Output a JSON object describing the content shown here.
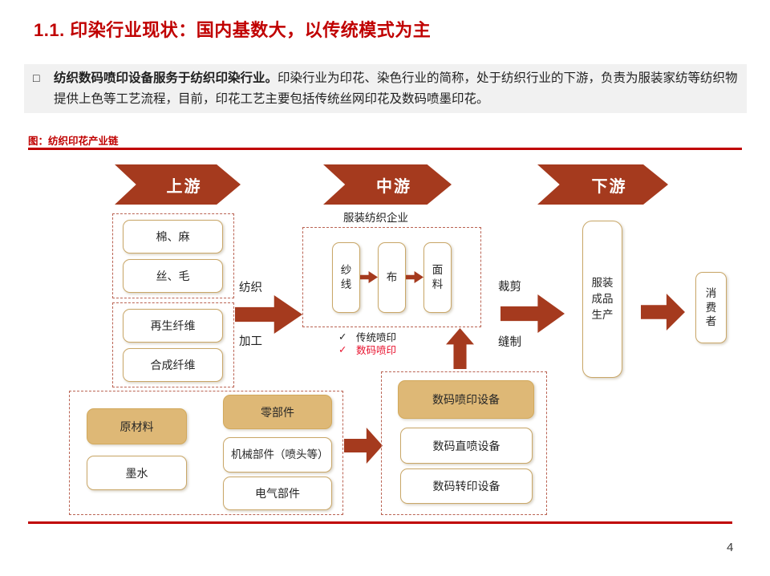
{
  "slide": {
    "title": "1.1. 印染行业现状：国内基数大，以传统模式为主",
    "page_number": "4"
  },
  "summary": {
    "bullet_icon": "□",
    "lead_bold": "纺织数码喷印设备服务于纺织印染行业。",
    "body": "印染行业为印花、染色行业的简称，处于纺织行业的下游，负责为服装家纺等纺织物提供上色等工艺流程，目前，印花工艺主要包括传统丝网印花及数码喷墨印花。"
  },
  "figure": {
    "caption": "图：纺织印花产业链",
    "banners": [
      {
        "label": "上游"
      },
      {
        "label": "中游"
      },
      {
        "label": "下游"
      }
    ],
    "upstream": {
      "natural_fibers": [
        "棉、麻",
        "丝、毛"
      ],
      "manmade_fibers": [
        "再生纤维",
        "合成纤维"
      ],
      "to_midstream_label_top": "纺织",
      "to_midstream_label_bottom": "加工"
    },
    "midstream": {
      "company_label": "服装纺织企业",
      "steps": [
        "纱线",
        "布",
        "面料"
      ],
      "checks": [
        {
          "mark": "✓",
          "label": "传统喷印"
        },
        {
          "mark": "✓",
          "label": "数码喷印"
        }
      ],
      "to_downstream_label_top": "裁剪",
      "to_downstream_label_bottom": "缝制"
    },
    "downstream": {
      "producer": "服装成品生产",
      "consumer": "消费者"
    },
    "supplies": {
      "materials_header": "原材料",
      "materials_items": [
        "墨水"
      ],
      "parts_header": "零部件",
      "parts_items": [
        "机械部件（喷头等）",
        "电气部件"
      ]
    },
    "equipment": {
      "header": "数码喷印设备",
      "items": [
        "数码直喷设备",
        "数码转印设备"
      ]
    },
    "colors": {
      "title_red": "#C00000",
      "banner_brick": "#A53A1E",
      "dash_border": "#BA6353",
      "tan_fill": "#DEB876",
      "gold_border": "#C9A768",
      "highlight_red": "#E8112D"
    }
  }
}
